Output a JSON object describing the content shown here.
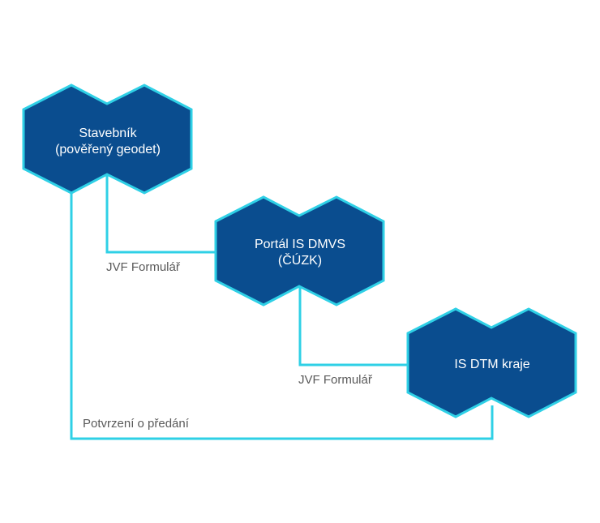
{
  "nodes": {
    "stavebnik": {
      "line1": "Stavebník",
      "line2": "(pověřený geodet)"
    },
    "portal": {
      "line1": "Portál IS DMVS",
      "line2": "(ČÚZK)"
    },
    "dtm": {
      "line1": "IS DTM kraje"
    }
  },
  "edges": {
    "jvf_1": "JVF Formulář",
    "jvf_2": "JVF Formulář",
    "potvrzeni": "Potvrzení o předání"
  },
  "colors": {
    "node_fill": "#0a4d8f",
    "connector": "#2fd0e6",
    "node_text": "#ffffff",
    "label_text": "#595959"
  }
}
